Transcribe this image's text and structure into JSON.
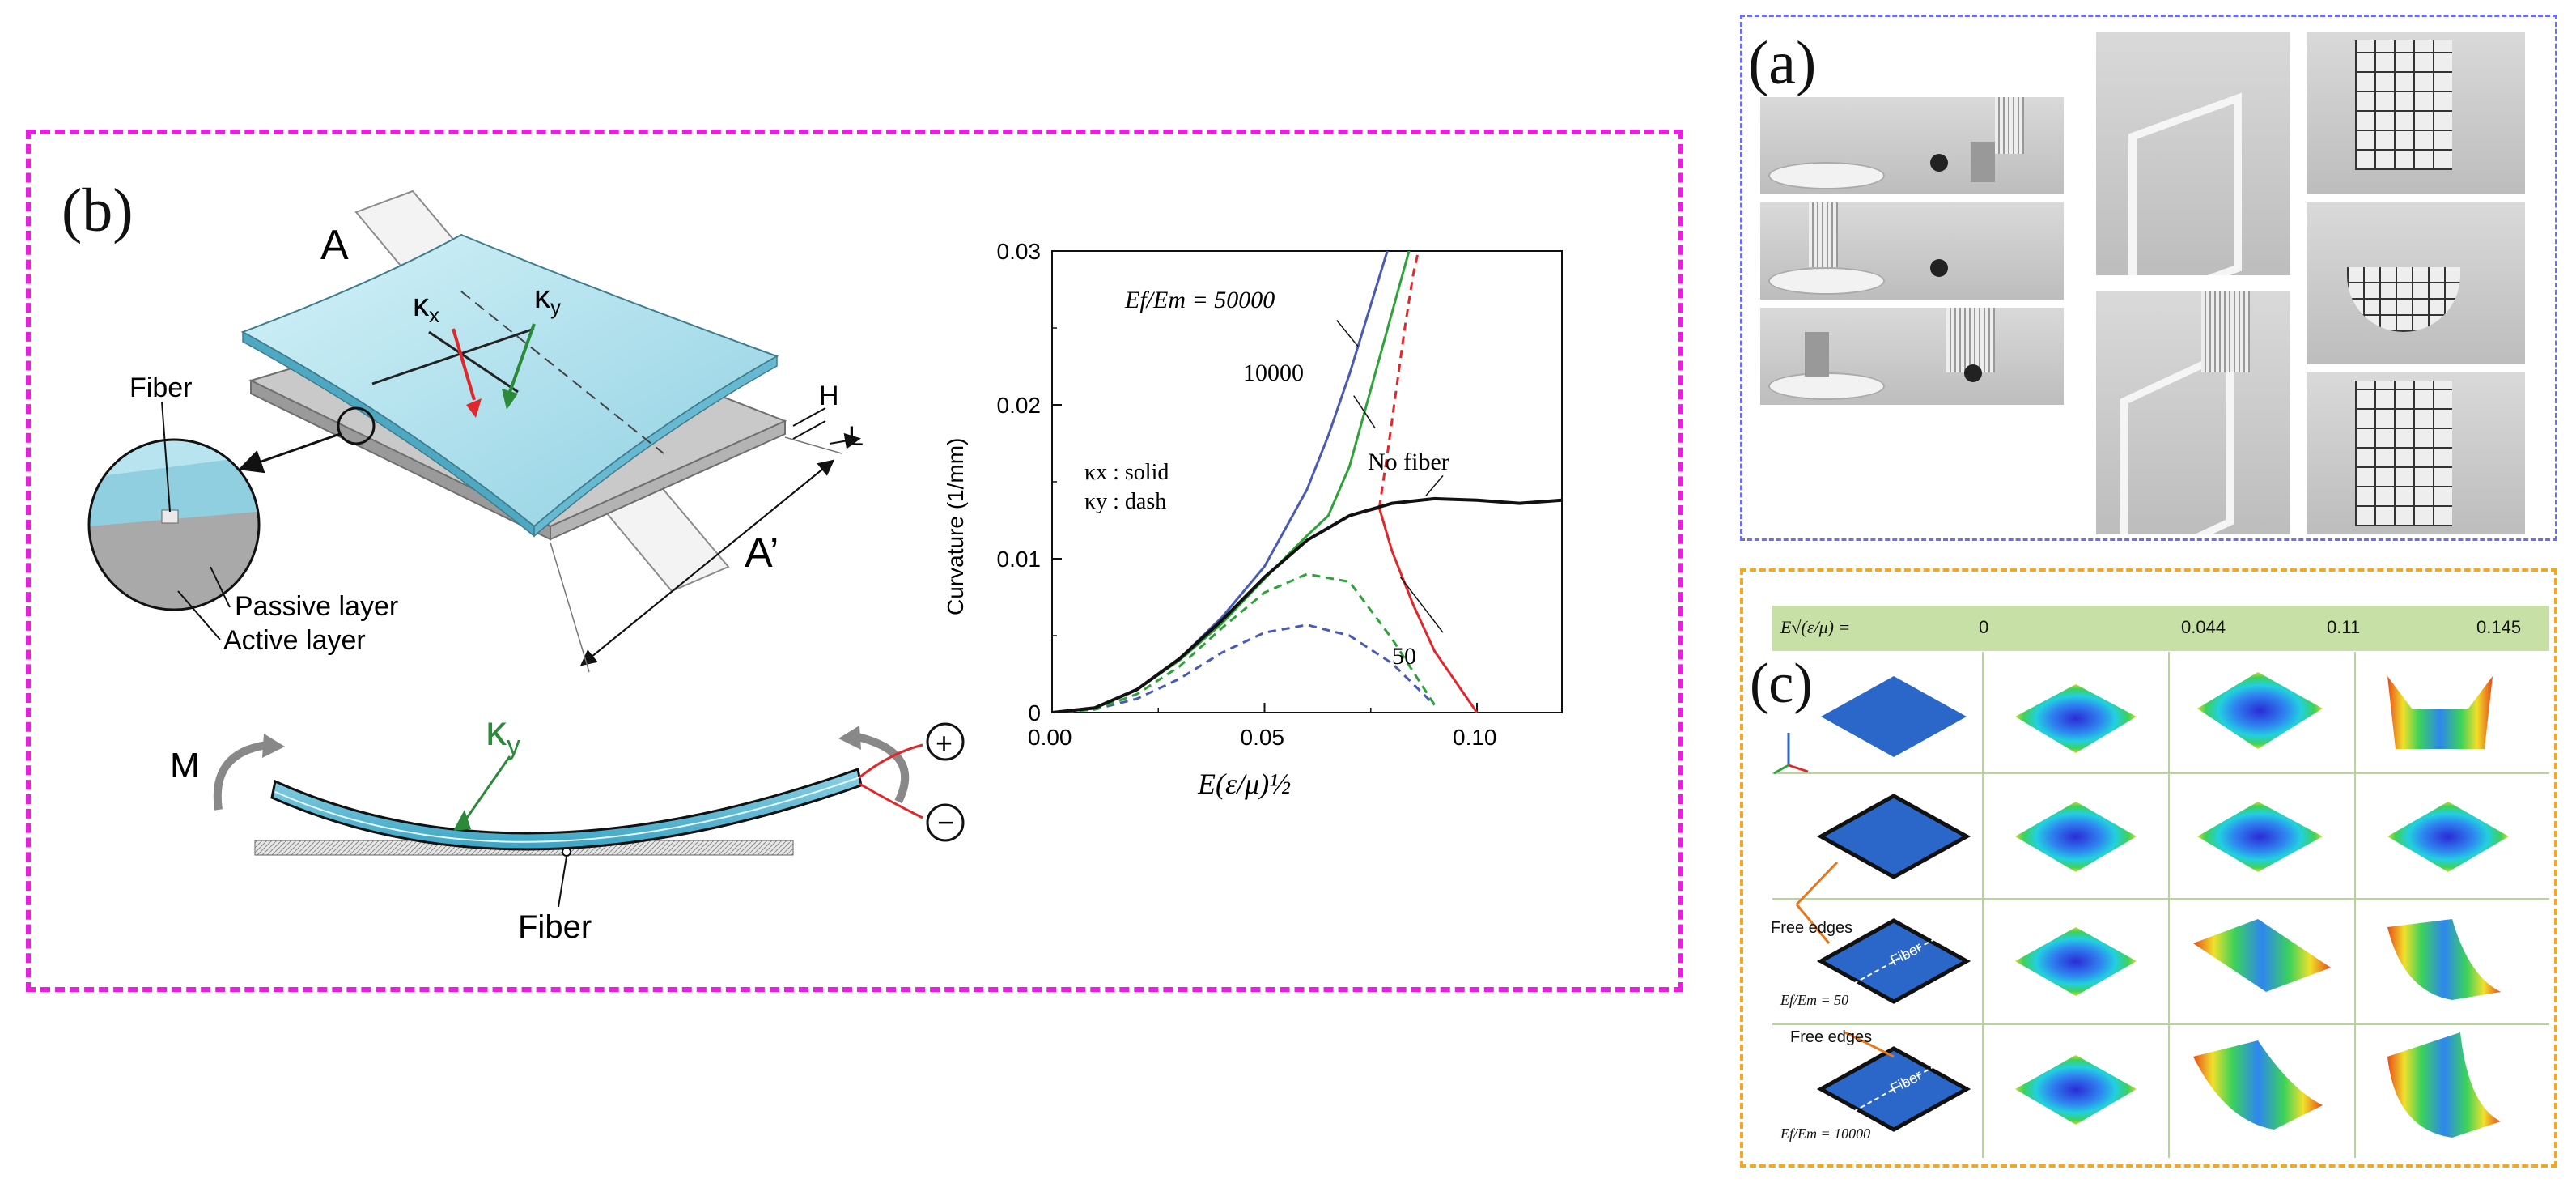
{
  "panel_b": {
    "label": "(b)",
    "plane_left": "A",
    "plane_right": "A’",
    "kappa_x": "κ",
    "kappa_x_sub": "x",
    "kappa_y": "κ",
    "kappa_y_sub": "y",
    "dim_h": "H",
    "dim_l": "L",
    "fiber_callout": "Fiber",
    "passive_layer": "Passive layer",
    "active_layer": "Active layer",
    "moment": "M",
    "beam_kappa": "κ",
    "beam_kappa_sub": "y",
    "plus": "+",
    "minus": "−",
    "fiber_bottom": "Fiber"
  },
  "chart_data": {
    "type": "line",
    "xlabel": "E(ε/μ)½",
    "ylabel": "Curvature (1/mm)",
    "xlim": [
      0,
      0.12
    ],
    "ylim": [
      0,
      0.03
    ],
    "xticks": [
      "0.00",
      "0.05",
      "0.10"
    ],
    "yticks": [
      "0",
      "0.01",
      "0.02",
      "0.03"
    ],
    "legend_solid": "κx : solid",
    "legend_dash": "κy : dash",
    "annotations": [
      "Ef/Em = 50000",
      "10000",
      "No fiber",
      "50"
    ],
    "series": [
      {
        "name": "50000",
        "color": "#4a5bb5",
        "line": "solid",
        "x": [
          0,
          0.01,
          0.02,
          0.03,
          0.04,
          0.05,
          0.06,
          0.065,
          0.07,
          0.075,
          0.08
        ],
        "y": [
          0,
          0.0003,
          0.0015,
          0.0035,
          0.0062,
          0.0095,
          0.0145,
          0.018,
          0.022,
          0.0265,
          0.031
        ]
      },
      {
        "name": "50000",
        "color": "#4a5bb5",
        "line": "dash",
        "x": [
          0,
          0.01,
          0.02,
          0.03,
          0.04,
          0.05,
          0.06,
          0.07,
          0.08,
          0.09
        ],
        "y": [
          0,
          0.0002,
          0.0009,
          0.0022,
          0.0039,
          0.0052,
          0.0057,
          0.005,
          0.0032,
          0.0005
        ]
      },
      {
        "name": "10000",
        "color": "#2fa33a",
        "line": "solid",
        "x": [
          0,
          0.01,
          0.02,
          0.03,
          0.04,
          0.05,
          0.06,
          0.065,
          0.07,
          0.075,
          0.08,
          0.085
        ],
        "y": [
          0,
          0.0003,
          0.0015,
          0.0034,
          0.0058,
          0.0087,
          0.0115,
          0.0128,
          0.016,
          0.021,
          0.026,
          0.031
        ]
      },
      {
        "name": "10000",
        "color": "#2fa33a",
        "line": "dash",
        "x": [
          0,
          0.01,
          0.02,
          0.03,
          0.04,
          0.05,
          0.06,
          0.07,
          0.08,
          0.09
        ],
        "y": [
          0,
          0.0002,
          0.0012,
          0.003,
          0.0055,
          0.0078,
          0.009,
          0.0085,
          0.0048,
          0.0005
        ]
      },
      {
        "name": "50",
        "color": "#e0272b",
        "line": "solid",
        "x": [
          0,
          0.01,
          0.02,
          0.03,
          0.04,
          0.05,
          0.06,
          0.07,
          0.077,
          0.08,
          0.085,
          0.09,
          0.1
        ],
        "y": [
          0,
          0.0003,
          0.0015,
          0.0035,
          0.006,
          0.0088,
          0.0112,
          0.0128,
          0.0133,
          0.0105,
          0.007,
          0.004,
          0
        ]
      },
      {
        "name": "50",
        "color": "#e0272b",
        "line": "dash",
        "x": [
          0.077,
          0.079,
          0.081,
          0.083,
          0.085,
          0.087
        ],
        "y": [
          0.0133,
          0.017,
          0.021,
          0.025,
          0.0285,
          0.031
        ]
      },
      {
        "name": "No fiber",
        "color": "#111111",
        "line": "solid",
        "x": [
          0,
          0.01,
          0.02,
          0.03,
          0.04,
          0.05,
          0.06,
          0.07,
          0.08,
          0.09,
          0.1,
          0.11,
          0.12
        ],
        "y": [
          0,
          0.0003,
          0.0015,
          0.0035,
          0.006,
          0.0088,
          0.0112,
          0.0128,
          0.0136,
          0.0139,
          0.0138,
          0.0136,
          0.0138
        ]
      }
    ]
  },
  "panel_a": {
    "label": "(a)"
  },
  "panel_c": {
    "label": "(c)",
    "header_expr": "E√(ε/μ) =",
    "headers": [
      "0",
      "0.044",
      "0.11",
      "0.145"
    ],
    "free_edges": "Free edges",
    "fiber_word": "Fiber",
    "ratio_50": "Ef/Em = 50",
    "ratio_10000": "Ef/Em = 10000"
  },
  "colors": {
    "magenta_border": "#e91ee0",
    "blue_border": "#6d6df0",
    "orange_border": "#f5a623",
    "header_green": "#c7e0a6"
  }
}
